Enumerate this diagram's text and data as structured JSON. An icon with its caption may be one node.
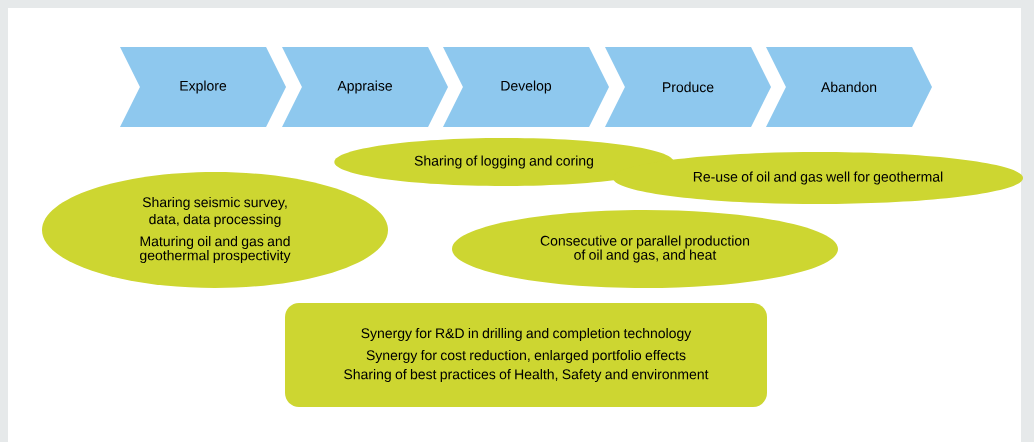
{
  "diagram": {
    "nodes": [
      {
        "text": [
          "Explore"
        ]
      },
      {
        "text": [
          "Appraise"
        ]
      },
      {
        "text": [
          "Develop"
        ]
      },
      {
        "text": [
          "Produce"
        ]
      },
      {
        "text": [
          "Abandon"
        ]
      },
      {
        "text": [
          "Sharing of logging and coring"
        ]
      },
      {
        "text": [
          "Re-use of oil and gas well for geothermal"
        ]
      },
      {
        "text": [
          "Sharing seismic survey, data, data processing",
          "Maturing oil and gas and geothermal prospectivity"
        ]
      },
      {
        "text": [
          "Consecutive or parallel production of oil and gas, and heat"
        ]
      },
      {
        "text": [
          "Synergy for R&D in drilling and completion technology",
          "Synergy for cost reduction, enlarged portfolio effects",
          "Sharing of best practices of Health, Safety and environment"
        ]
      }
    ],
    "edges": []
  }
}
